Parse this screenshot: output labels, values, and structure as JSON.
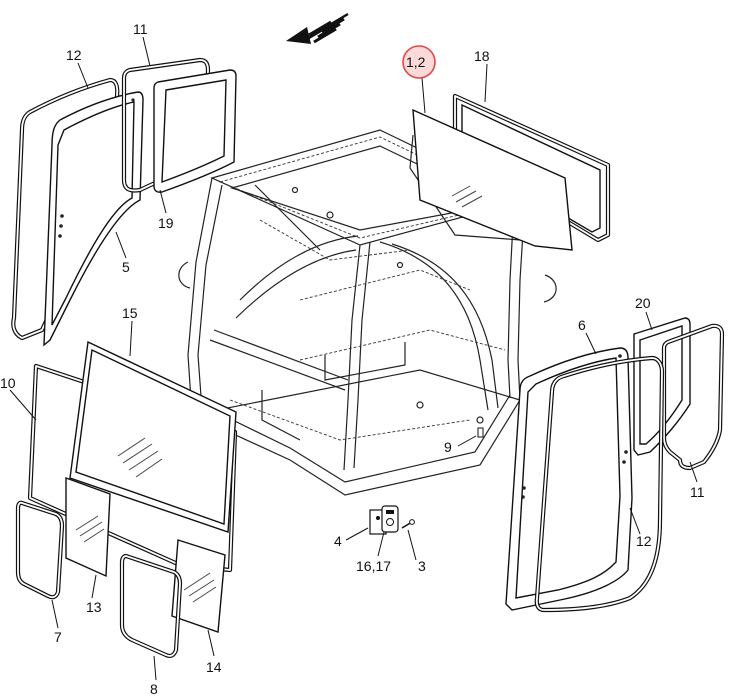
{
  "diagram": {
    "highlight_color": "#e64646",
    "highlight_fill": "#fbdada",
    "labels": {
      "p12_left": "12",
      "p11_top": "11",
      "p18": "18",
      "p12_hl": "1,2",
      "p19": "19",
      "p5": "5",
      "p15": "15",
      "p10": "10",
      "p20": "20",
      "p6": "6",
      "p11_right": "11",
      "p9": "9",
      "p12_right": "12",
      "p4": "4",
      "p3": "3",
      "p1617": "16,17",
      "p13": "13",
      "p7": "7",
      "p14": "14",
      "p8": "8"
    }
  }
}
